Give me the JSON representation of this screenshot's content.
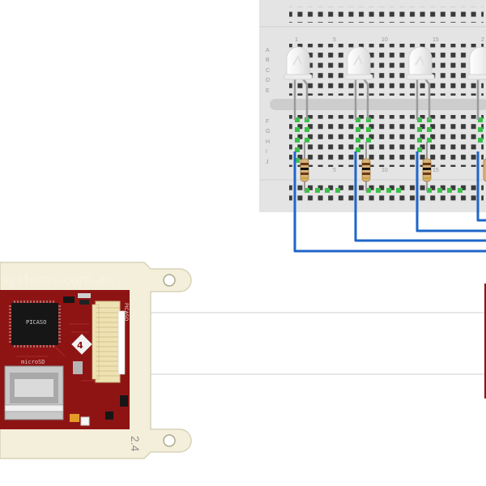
{
  "breadboard": {
    "row_labels": [
      "A",
      "B",
      "C",
      "D",
      "E",
      "F",
      "G",
      "H",
      "I",
      "J"
    ],
    "column_labels_top": [
      "1",
      "5",
      "10",
      "15",
      "2"
    ],
    "column_labels_bottom": [
      "5",
      "10",
      "15"
    ]
  },
  "module": {
    "website": "systems.com.au",
    "chip_label": "PICASO",
    "sd_label": "microSD",
    "side_label": "PICASO",
    "version": "2.4"
  },
  "colors": {
    "board_red": "#8e1414",
    "board_cream": "#f3efdb",
    "wire_blue": "#1e66c9",
    "breadboard_gray": "#e4e4e4"
  }
}
